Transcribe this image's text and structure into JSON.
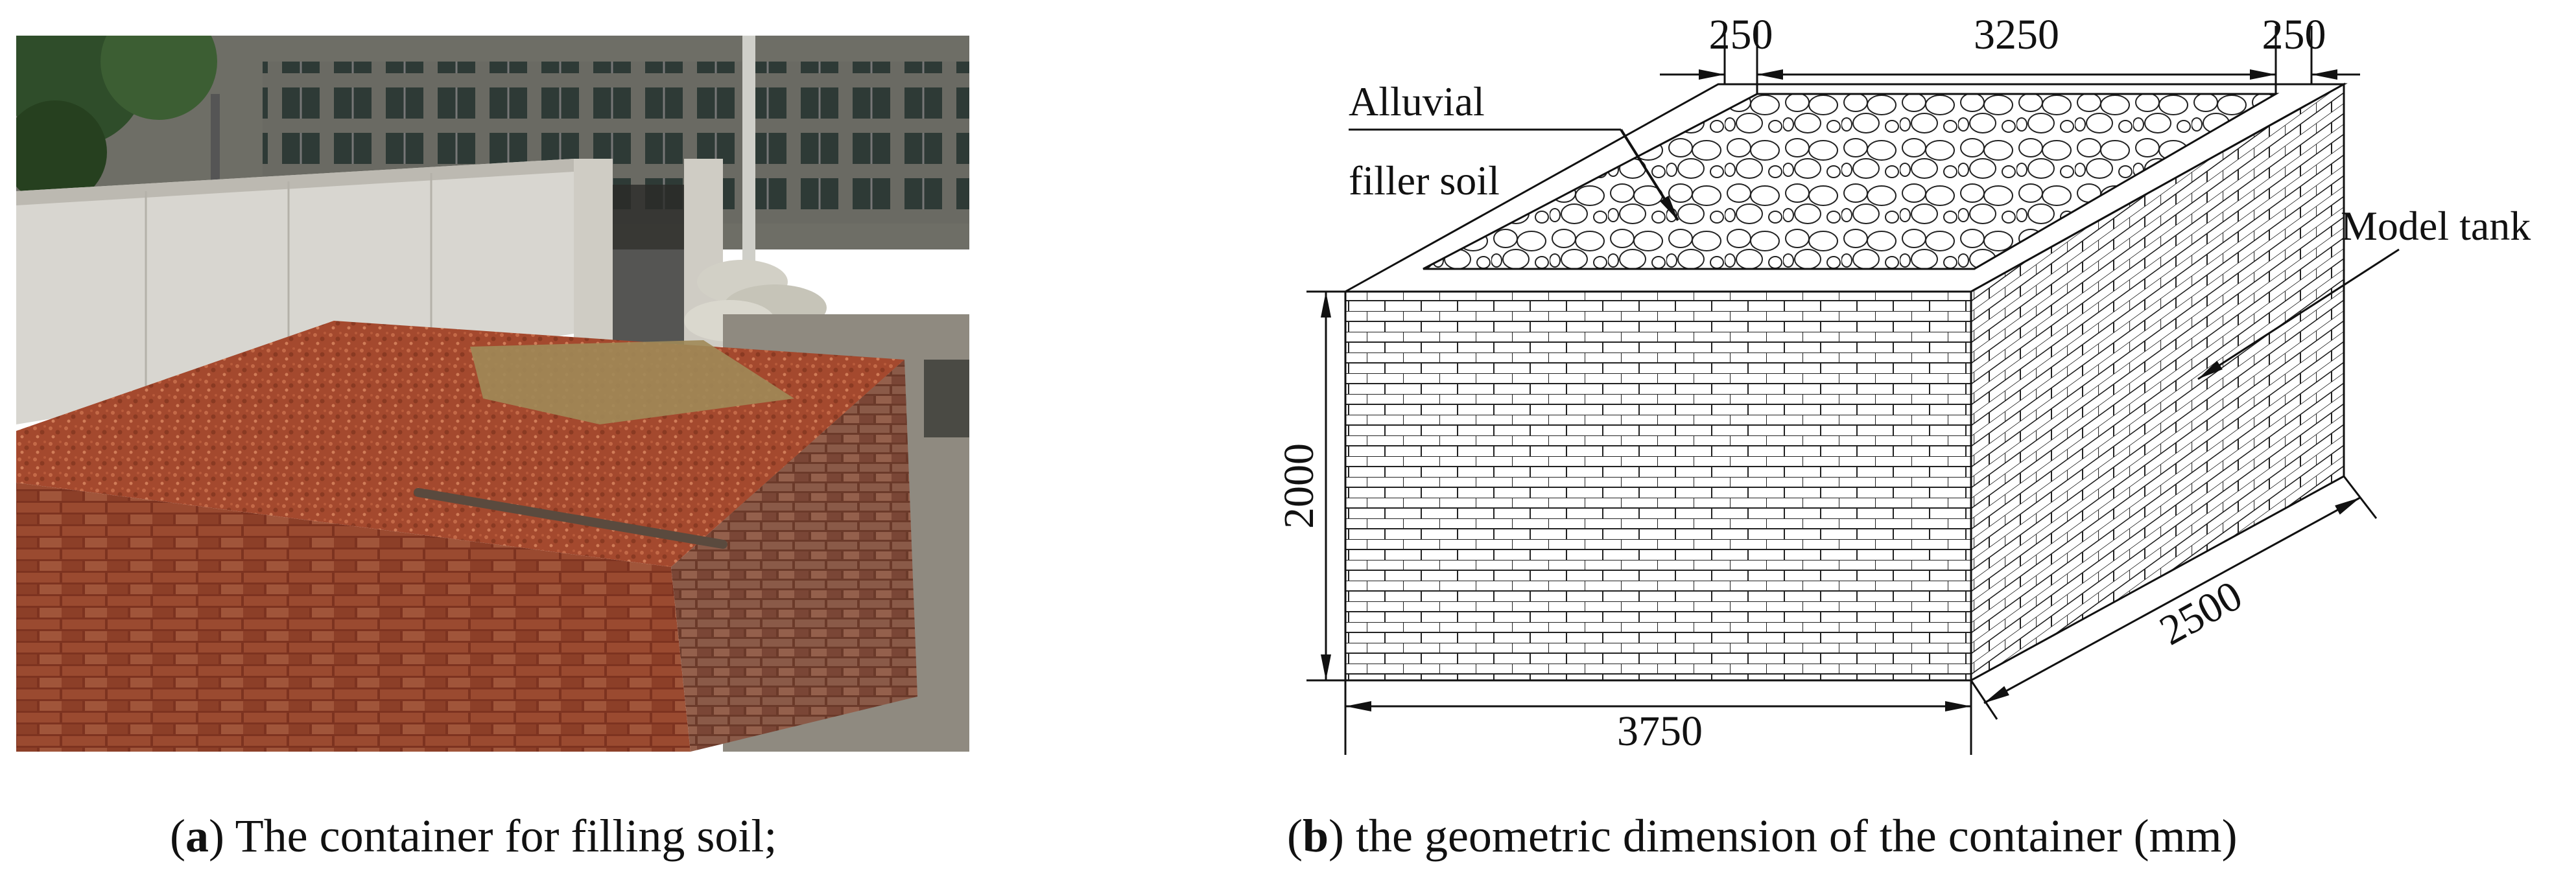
{
  "captions": {
    "a": {
      "letter": "a",
      "text": " The container for filling soil;"
    },
    "b": {
      "letter": "b",
      "text": " the geometric dimension of the container (mm)"
    }
  },
  "diagram": {
    "dimensions": {
      "top_left_wall": "250",
      "top_inner": "3250",
      "top_right_wall": "250",
      "height": "2000",
      "length": "3750",
      "width": "2500"
    },
    "labels": {
      "soil_line1": "Alluvial",
      "soil_line2": "filler soil",
      "tank": "Model tank"
    }
  },
  "colors": {
    "brick": "#8a3b24",
    "soil": "#a4492e",
    "sand": "#a08a58",
    "wall": "#d8d6d0",
    "building": "#5d5d58",
    "tree": "#2f4d2a"
  }
}
